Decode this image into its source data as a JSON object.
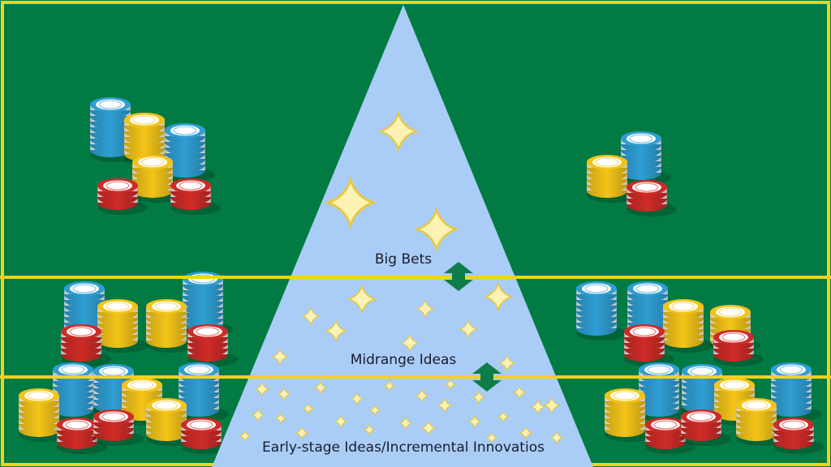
{
  "colors": {
    "felt": "#027a44",
    "border": "#f2d31a",
    "pyramid": "#a9cdf6",
    "sparkle": "#fbf2b4",
    "sparkle_stroke": "#e9c73a",
    "arrow": "#0f7d4a",
    "chip_blue": "#2f9ed3",
    "chip_yellow": "#f3c418",
    "chip_red": "#cf2b27"
  },
  "tiers": [
    {
      "id": "big",
      "label": "Big Bets"
    },
    {
      "id": "mid",
      "label": "Midrange Ideas"
    },
    {
      "id": "early",
      "label": "Early-stage Ideas/Incremental Innovatios"
    }
  ],
  "arrows": [
    {
      "id": "big-mid",
      "direction": "both"
    },
    {
      "id": "mid-early",
      "direction": "both"
    }
  ],
  "decorations": {
    "chip_stacks": {
      "icon": "poker-chip-stack-icon"
    },
    "sparkles": {
      "icon": "sparkle-star-icon"
    }
  }
}
